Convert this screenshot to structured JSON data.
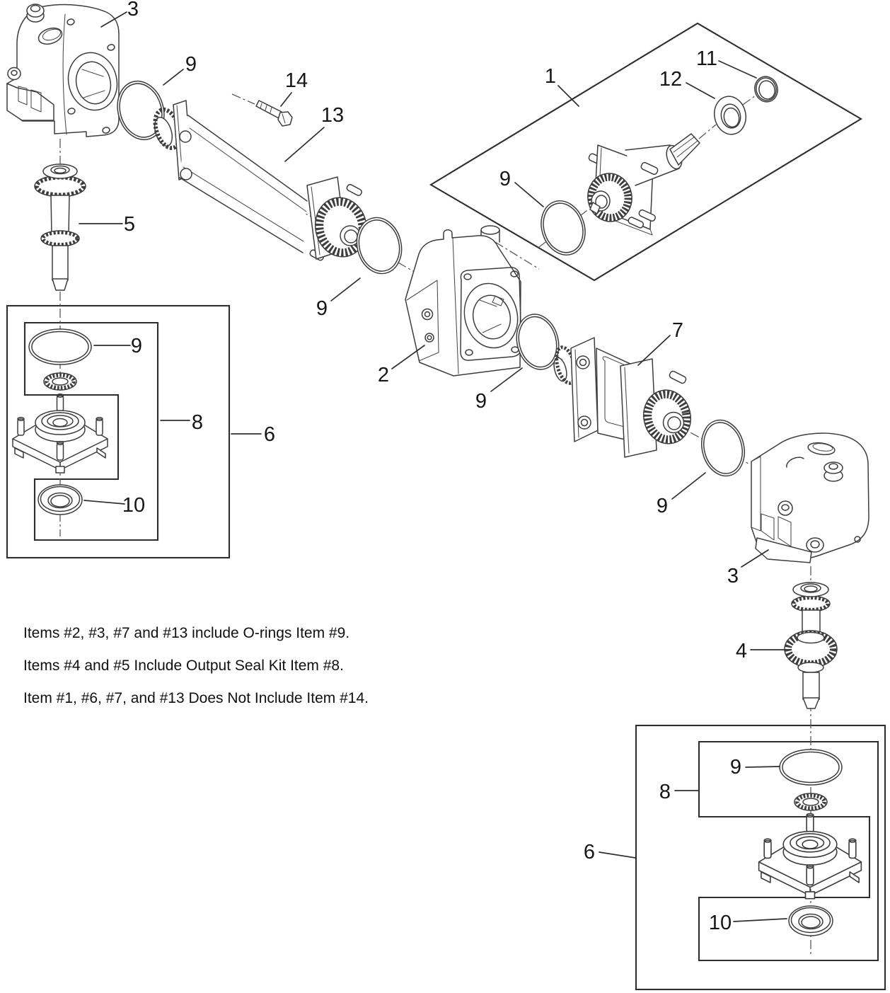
{
  "figure": {
    "type": "exploded-parts-diagram",
    "background": "#ffffff",
    "ink": "#3d3d3d",
    "box_ink": "#2e2e2e",
    "label_ink": "#161616"
  },
  "notes": [
    "Items #2, #3, #7 and #13 include O-rings Item #9.",
    "Items #4 and #5 Include Output Seal Kit Item #8.",
    "Item #1, #6, #7, and #13 Does Not Include Item #14."
  ],
  "callouts": [
    {
      "label": "3"
    },
    {
      "label": "9"
    },
    {
      "label": "14"
    },
    {
      "label": "13"
    },
    {
      "label": "1"
    },
    {
      "label": "11"
    },
    {
      "label": "12"
    },
    {
      "label": "9"
    },
    {
      "label": "5"
    },
    {
      "label": "2"
    },
    {
      "label": "9"
    },
    {
      "label": "7"
    },
    {
      "label": "9"
    },
    {
      "label": "9"
    },
    {
      "label": "3"
    },
    {
      "label": "4"
    },
    {
      "label": "9"
    },
    {
      "label": "8"
    },
    {
      "label": "6"
    },
    {
      "label": "10"
    },
    {
      "label": "9"
    },
    {
      "label": "8"
    },
    {
      "label": "6"
    },
    {
      "label": "10"
    }
  ]
}
